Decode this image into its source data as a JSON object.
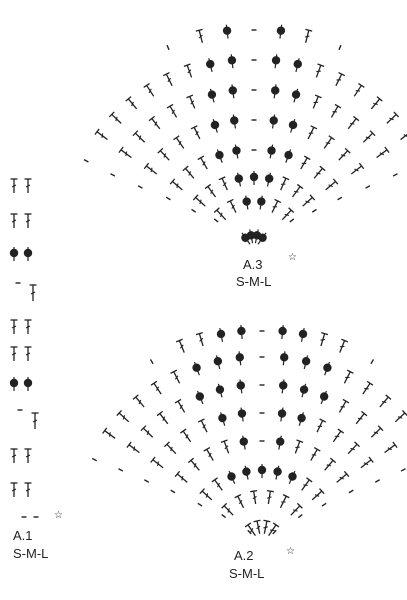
{
  "colors": {
    "ink": "#222222",
    "background": "#ffffff"
  },
  "diagrams": [
    {
      "id": "A.1",
      "name": "A.1",
      "sizes": "S-M-L",
      "start_marker": "☆"
    },
    {
      "id": "A.2",
      "name": "A.2",
      "sizes": "S-M-L",
      "start_marker": "☆"
    },
    {
      "id": "A.3",
      "name": "A.3",
      "sizes": "S-M-L",
      "start_marker": "☆"
    }
  ],
  "symbols": [
    "chain",
    "double-crochet",
    "bobble",
    "slip-stitch"
  ]
}
